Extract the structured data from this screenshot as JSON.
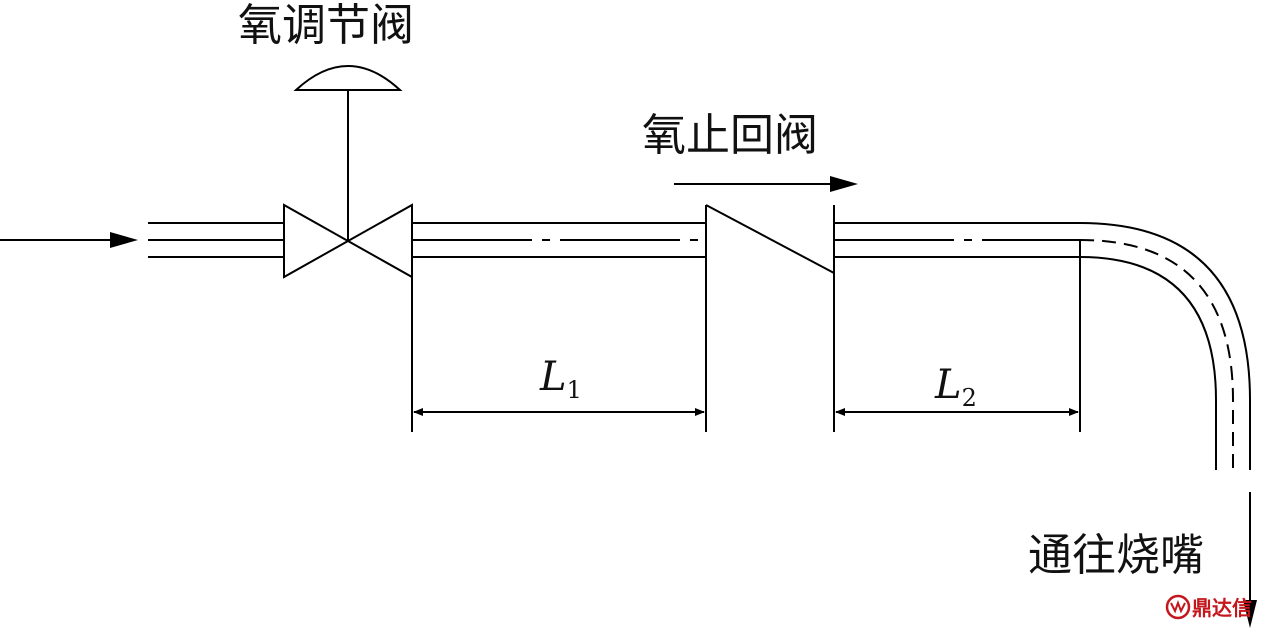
{
  "labels": {
    "control_valve": "氧调节阀",
    "check_valve": "氧止回阀",
    "outlet": "通往烧嘴",
    "L1": {
      "main": "L",
      "sub": "1"
    },
    "L2": {
      "main": "L",
      "sub": "2"
    }
  },
  "watermark": {
    "text": "鼎达信"
  },
  "colors": {
    "line": "#000000",
    "watermark": "#c4161c"
  }
}
